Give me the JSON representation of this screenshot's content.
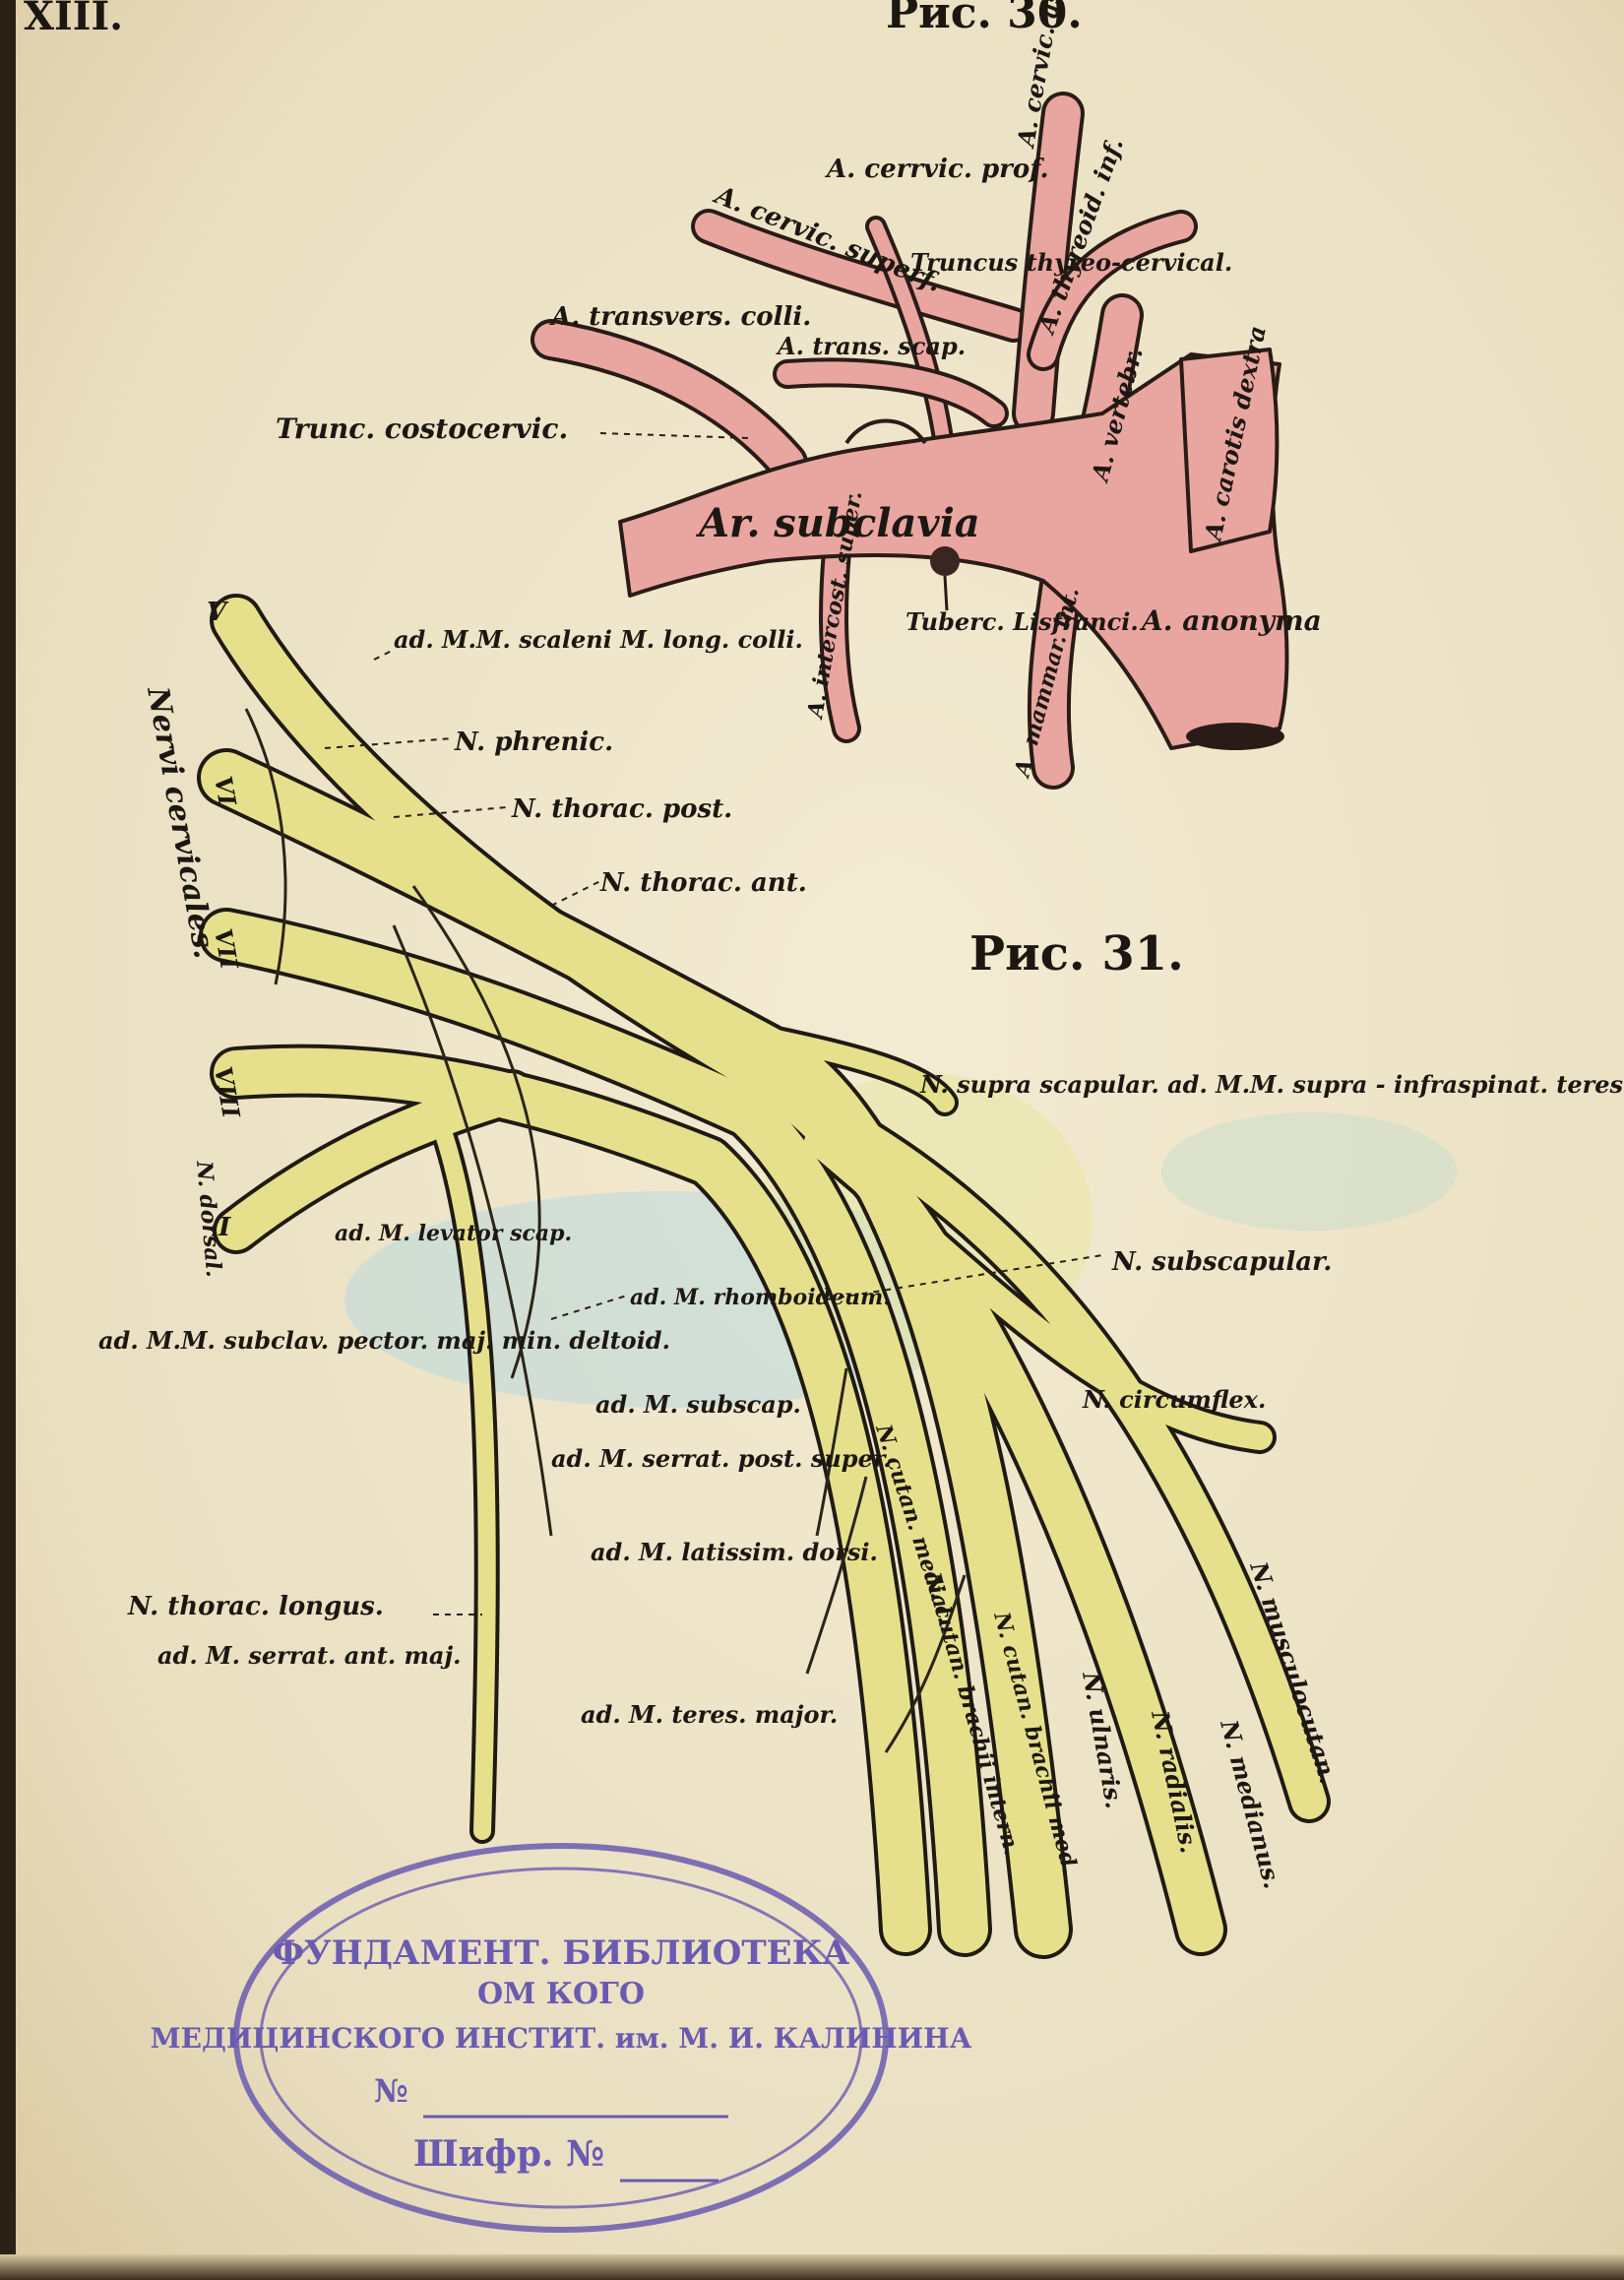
{
  "header": {
    "plate_number": "XIII.",
    "figure_top": "Рис. 30."
  },
  "figure_label": "Рис. 31.",
  "artery_labels": {
    "cervic_prof": "A. cerrvic. prof.",
    "cervic_ascend": "A. cervic. ascend.",
    "cervic_superf": "A. cervic. superf.",
    "truncus_thyreo": "Truncus thyreo-cervical.",
    "thyreoid_inf": "A. thyreoid. inf.",
    "transvers_colli": "A. transvers. colli.",
    "trans_scap": "A. trans. scap.",
    "vertebr": "A. vertebr.",
    "carotis_dextra": "A. carotis dextra",
    "trunc_costocervic": "Trunc. costocervic.",
    "subclavia": "Ar. subclavia",
    "intercost_super": "A. intercost. super.",
    "tuberc_lisfranci": "Tuberc. Lisfranci.",
    "mammar_int": "A. mammar. int.",
    "anonyma": "A. anonyma"
  },
  "nerve_labels": {
    "nervi_cervicales": "Nervi cervicales.",
    "scaleni": "ad. M.M. scaleni M. long. colli.",
    "phrenic": "N. phrenic.",
    "thorac_post": "N. thorac. post.",
    "thorac_ant": "N. thorac. ant.",
    "supra_scapular": "N. supra scapular. ad. M.M. supra - infraspinat. teres minor.",
    "levator_scap": "ad. M. levator scap.",
    "subscapular": "N. subscapular.",
    "rhomboideum": "ad. M. rhomboideum.",
    "subclav_pector": "ad. M.M. subclav. pector. maj. min. deltoid.",
    "subscap": "ad. M. subscap.",
    "circumflex": "N. circumflex.",
    "serrat_post": "ad. M. serrat. post. super.",
    "latissim": "ad. M. latissim. dorsi.",
    "musculocutan": "N. musculocutan.",
    "thorac_longus": "N. thorac. longus.",
    "serrat_ant": "ad. M. serrat. ant. maj.",
    "teres_major": "ad. M. teres. major.",
    "cutan_medial": "N. cutan. medial.",
    "cutan_brachii_int": "N. cutan. brachii intern.",
    "cutan_brachii_med": "N. cutan. brachii med.",
    "ulnaris": "N. ulnaris.",
    "radialis": "N. radialis.",
    "medianus": "N. medianus.",
    "dorsal": "N. dorsal."
  },
  "roman_numerals": [
    "V",
    "VI",
    "VII",
    "VIII",
    "I"
  ],
  "stamp": {
    "arc_text": "ФУНДАМЕНТ. БИБЛИОТЕКА",
    "line1": "ОМ КОГО",
    "line2": "МЕДИЦИНСКОГО ИНСТИТ. им. М. И. КАЛИНИНА",
    "line3": "№",
    "line4": "Шифр. №"
  },
  "colors": {
    "paper": "#efe6cc",
    "artery_fill": "#e9a6a1",
    "nerve_fill": "#e6e08c",
    "ink": "#1d1712",
    "stamp_ink": "#6a5ab0",
    "blue_wash": "#b9d8de"
  }
}
